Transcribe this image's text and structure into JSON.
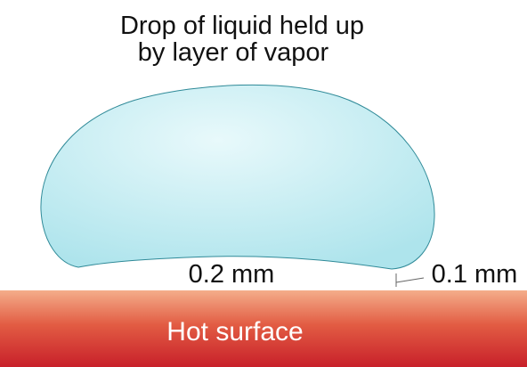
{
  "title": {
    "line1": "Drop of liquid held up",
    "line2": "by layer of vapor"
  },
  "labels": {
    "drop_width": "0.2 mm",
    "vapor_gap": "0.1 mm",
    "surface": "Hot surface"
  },
  "colors": {
    "drop_fill_light": "#e8f9fb",
    "drop_fill": "#aee4ec",
    "drop_outline": "#2f8a98",
    "surface_top": "#f4ad8a",
    "surface_mid": "#e25c43",
    "surface_bottom": "#c8202a",
    "leader_line": "#666666"
  }
}
